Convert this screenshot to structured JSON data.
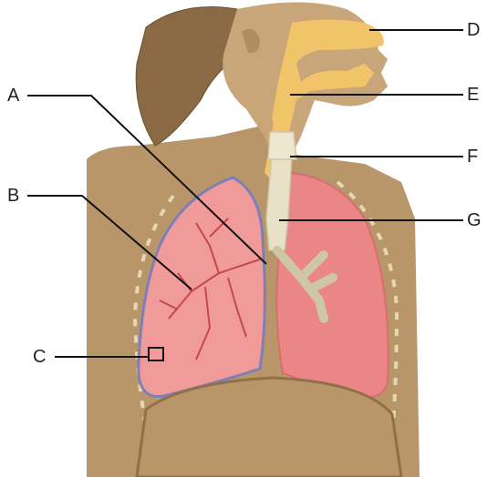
{
  "labels": {
    "A": "A",
    "B": "B",
    "C": "C",
    "D": "D",
    "E": "E",
    "F": "F",
    "G": "G"
  },
  "colors": {
    "skin": "#b9966a",
    "skin_shadow": "#9c7b52",
    "hair": "#8a6a45",
    "airway": "#f2c46a",
    "trachea": "#e8e1c8",
    "lung_pink": "#f09a9a",
    "lung_outline": "#7f7fb8",
    "lung_right": "#ea8686",
    "leader_line": "#111111",
    "label_text": "#222222"
  }
}
